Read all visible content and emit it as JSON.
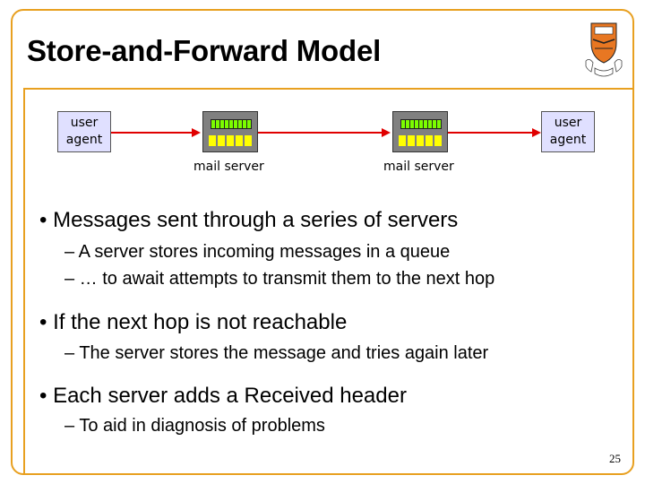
{
  "slide": {
    "title": "Store-and-Forward Model",
    "page_number": "25"
  },
  "diagram": {
    "left_agent": [
      "user",
      "agent"
    ],
    "right_agent": [
      "user",
      "agent"
    ],
    "server_label": "mail server"
  },
  "bullets": [
    {
      "text": "• Messages sent through a series of servers",
      "subs": [
        "– A server stores incoming messages in a queue",
        "– … to await attempts to transmit them to the next hop"
      ]
    },
    {
      "text": "• If the next hop is not reachable",
      "subs": [
        "– The server stores the message and tries again later"
      ]
    },
    {
      "text": "• Each server adds a Received header",
      "subs": [
        "– To aid in diagnosis of problems"
      ]
    }
  ],
  "colors": {
    "frame": "#e8a020",
    "link": "#e00000",
    "agent_fill": "#e0e0ff"
  },
  "logo": {
    "icon": "princeton-shield-icon"
  }
}
